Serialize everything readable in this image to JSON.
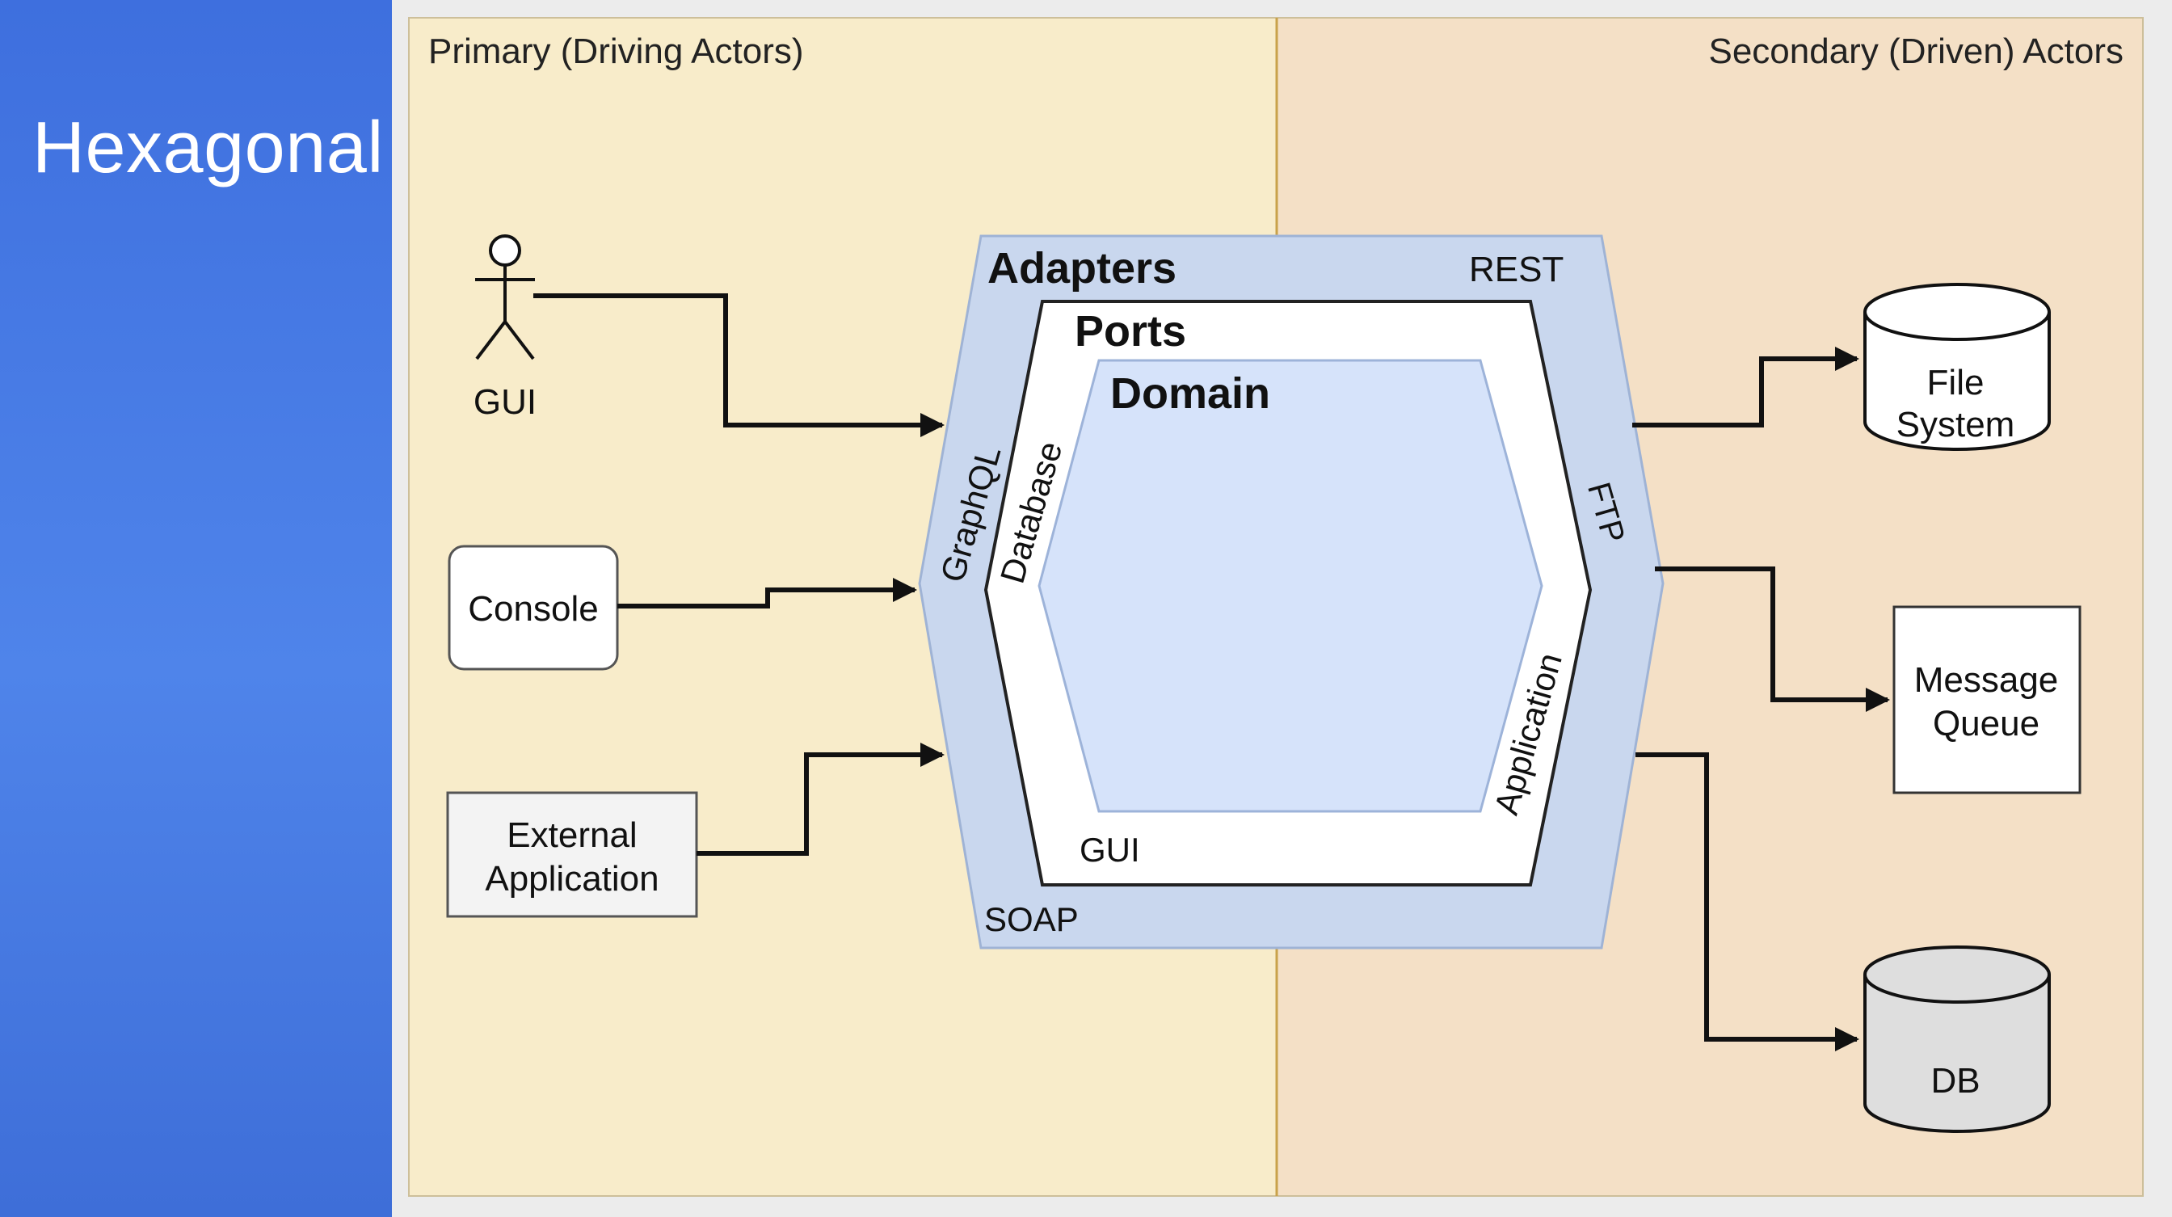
{
  "sidebar": {
    "title": "Hexagonal"
  },
  "diagram": {
    "primary_label": "Primary (Driving Actors)",
    "secondary_label": "Secondary (Driven) Actors",
    "actors": {
      "gui": "GUI",
      "console": "Console",
      "external_app_line1": "External",
      "external_app_line2": "Application"
    },
    "hexagon": {
      "adapters": "Adapters",
      "ports": "Ports",
      "domain": "Domain",
      "rest": "REST",
      "graphql": "GraphQL",
      "database": "Database",
      "ftp": "FTP",
      "application": "Application",
      "gui_port": "GUI",
      "soap": "SOAP"
    },
    "driven": {
      "file_system_line1": "File",
      "file_system_line2": "System",
      "message_queue_line1": "Message",
      "message_queue_line2": "Queue",
      "db": "DB"
    }
  },
  "colors": {
    "sidebar_blue": "#4a7ee6",
    "primary_bg": "#f8ecca",
    "secondary_bg": "#f4e0c6",
    "adapters_fill": "#c9d7ee",
    "ports_fill": "#ffffff",
    "domain_fill": "#d6e3fa",
    "line": "#111111"
  }
}
